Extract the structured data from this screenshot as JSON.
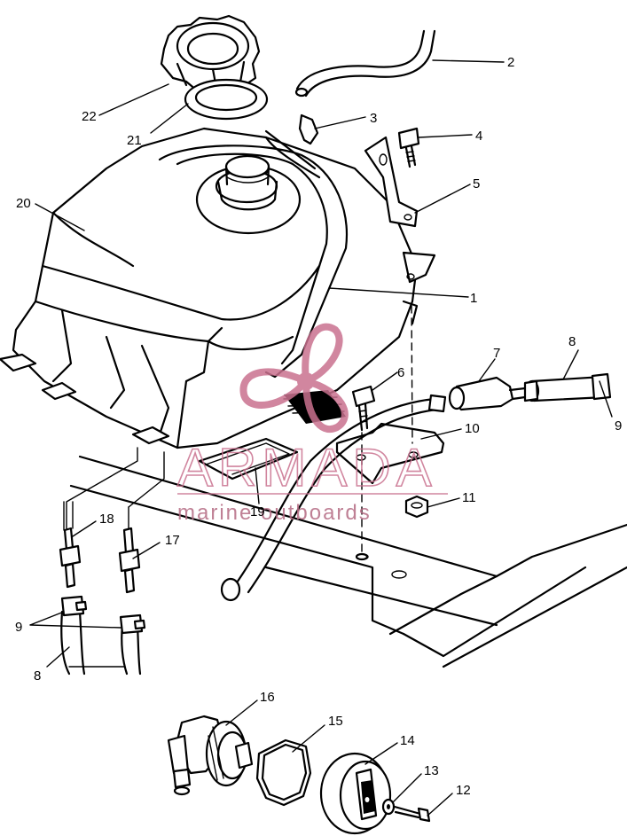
{
  "watermark": {
    "brand": "ARMADA",
    "tagline": "marine outboards",
    "color": "#c9718f"
  },
  "callouts": [
    {
      "id": "c1",
      "text": "1"
    },
    {
      "id": "c2",
      "text": "2"
    },
    {
      "id": "c3",
      "text": "3"
    },
    {
      "id": "c4",
      "text": "4"
    },
    {
      "id": "c5",
      "text": "5"
    },
    {
      "id": "c6",
      "text": "6"
    },
    {
      "id": "c7",
      "text": "7"
    },
    {
      "id": "c8a",
      "text": "8"
    },
    {
      "id": "c9a",
      "text": "9"
    },
    {
      "id": "c10",
      "text": "10"
    },
    {
      "id": "c11",
      "text": "11"
    },
    {
      "id": "c12",
      "text": "12"
    },
    {
      "id": "c13",
      "text": "13"
    },
    {
      "id": "c14",
      "text": "14"
    },
    {
      "id": "c15",
      "text": "15"
    },
    {
      "id": "c16",
      "text": "16"
    },
    {
      "id": "c17",
      "text": "17"
    },
    {
      "id": "c18",
      "text": "18"
    },
    {
      "id": "c19",
      "text": "19"
    },
    {
      "id": "c20",
      "text": "20"
    },
    {
      "id": "c21",
      "text": "21"
    },
    {
      "id": "c22",
      "text": "22"
    },
    {
      "id": "c9b",
      "text": "9"
    },
    {
      "id": "c8b",
      "text": "8"
    }
  ]
}
